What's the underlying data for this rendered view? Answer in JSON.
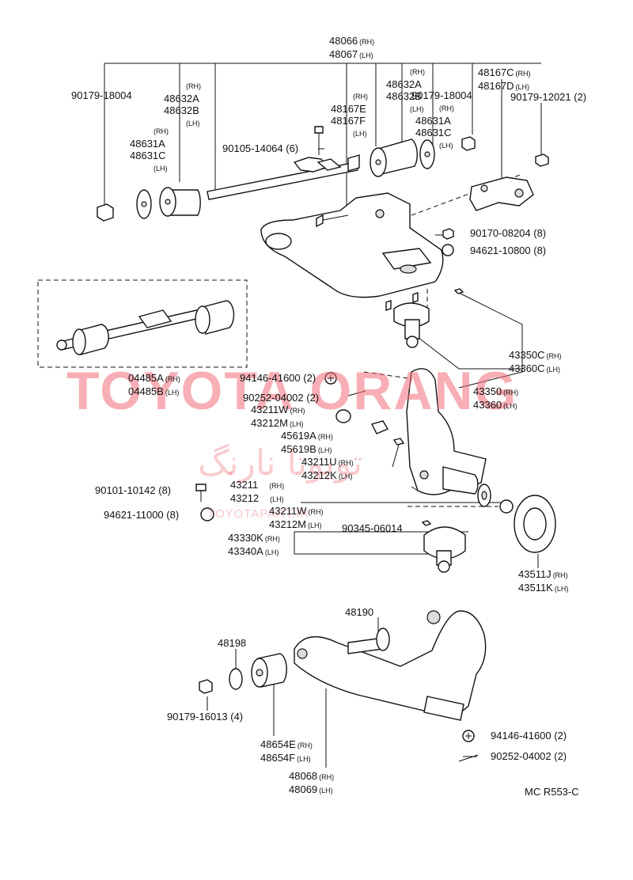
{
  "diagram": {
    "reference": "MC  R553-C",
    "watermark": {
      "brand": "TOYOTA ORANG",
      "persian": "تویوتا نارنگ",
      "site": "TOYOTAPART.IR"
    },
    "labels": {
      "upper_arm_assy": {
        "rh": "48066",
        "lh": "48067",
        "rh_sfx": "(RH)",
        "lh_sfx": "(LH)"
      },
      "nut_upper_left": "90179-18004",
      "shim_upper_left": {
        "rh": "48631A",
        "lh": "48631C",
        "rh_sfx": "(RH)",
        "lh_sfx": "(LH)"
      },
      "bushing_upper_left": {
        "rh": "48632A",
        "lh": "48632B",
        "rh_sfx": "(RH)",
        "lh_sfx": "(LH)"
      },
      "bolt_shaft": "90105-14064 (6)",
      "shaft_upper_mid": {
        "rh": "48167E",
        "lh": "48167F",
        "rh_sfx": "(RH)",
        "lh_sfx": "(LH)"
      },
      "bushing_upper_right": {
        "rh": "48632A",
        "lh": "48632B",
        "rh_sfx": "(RH)",
        "lh_sfx": "(LH)"
      },
      "shim_upper_right": {
        "rh": "48631A",
        "lh": "48631C",
        "rh_sfx": "(RH)",
        "lh_sfx": "(LH)"
      },
      "nut_upper_right": "90179-18004",
      "shaft_upper_right": {
        "rh": "48167C",
        "lh": "48167D",
        "rh_sfx": "(RH)",
        "lh_sfx": "(LH)"
      },
      "nut_far_right": "90179-12021 (2)",
      "nut_balljoint": "90170-08204 (8)",
      "washer_balljoint": "94621-10800 (8)",
      "shaft_kit": {
        "rh": "04485A",
        "lh": "04485B",
        "rh_sfx": "(RH)",
        "lh_sfx": "(LH)"
      },
      "upper_balljoint_assy": {
        "rh": "43350C",
        "lh": "43360C",
        "rh_sfx": "(RH)",
        "lh_sfx": "(LH)"
      },
      "upper_balljoint": {
        "rh": "43350",
        "lh": "43360",
        "rh_sfx": "(RH)",
        "lh_sfx": "(LH)"
      },
      "nut_castle_upper": "94146-41600 (2)",
      "cotter_upper": "90252-04002 (2)",
      "dust_cover_upper": {
        "rh": "43211W",
        "lh": "43212M",
        "rh_sfx": "(RH)",
        "lh_sfx": "(LH)"
      },
      "stopper": {
        "rh": "45619A",
        "lh": "45619B",
        "rh_sfx": "(RH)",
        "lh_sfx": "(LH)"
      },
      "bolt_knuckle_set": {
        "rh": "43211U",
        "lh": "43212K",
        "rh_sfx": "(RH)",
        "lh_sfx": "(LH)"
      },
      "bolt_knuckle": "90101-10142 (8)",
      "knuckle": {
        "rh": "43211",
        "lh": "43212",
        "rh_sfx": "(RH)",
        "lh_sfx": "(LH)"
      },
      "washer_knuckle": "94621-11000 (8)",
      "dust_cover_lower": {
        "rh": "43211W",
        "lh": "43212M",
        "rh_sfx": "(RH)",
        "lh_sfx": "(LH)"
      },
      "grease_fitting": "90345-06014",
      "lower_balljoint": {
        "rh": "43330K",
        "lh": "43340A",
        "rh_sfx": "(RH)",
        "lh_sfx": "(LH)"
      },
      "dust_deflector": {
        "rh": "43511J",
        "lh": "43511K",
        "rh_sfx": "(RH)",
        "lh_sfx": "(LH)"
      },
      "lower_bolt": "48190",
      "lower_shim": "48198",
      "lower_nut": "90179-16013 (4)",
      "lower_bushing": {
        "rh": "48654E",
        "lh": "48654F",
        "rh_sfx": "(RH)",
        "lh_sfx": "(LH)"
      },
      "lower_arm_assy": {
        "rh": "48068",
        "lh": "48069",
        "rh_sfx": "(RH)",
        "lh_sfx": "(LH)"
      },
      "nut_castle_lower": "94146-41600 (2)",
      "cotter_lower": "90252-04002 (2)"
    }
  }
}
